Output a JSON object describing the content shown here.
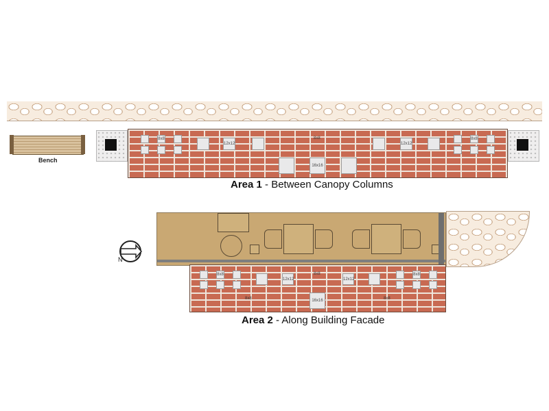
{
  "bench_label": "Bench",
  "area1": {
    "bold": "Area 1",
    "rest": " - Between Canopy Columns"
  },
  "area2": {
    "bold": "Area 2",
    "rest": " - Along Building Facade"
  },
  "north_label": "N",
  "paver_labels": {
    "small": "8x8",
    "medium": "12x12",
    "large": "16x16"
  },
  "colors": {
    "brick": "#c86a52",
    "mortar": "#efe6dc",
    "paver": "#e9e9ea",
    "facade": "#c9a873",
    "cobble": "#f7ecdf"
  }
}
